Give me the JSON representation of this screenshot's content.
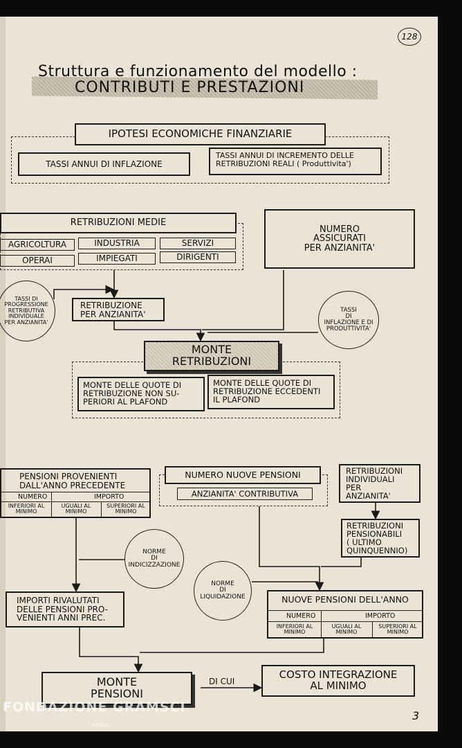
{
  "page_number": "128",
  "corner_mark": "3",
  "watermark": "FONDAZIONE GRAMSCI",
  "watermark_sub": "onlus",
  "title": {
    "line1": "Struttura e funzionamento del modello :",
    "line2": "CONTRIBUTI e PRESTAZIONI"
  },
  "ipotesi": {
    "heading": "IPOTESI ECONOMICHE FINANZIARIE",
    "left": "TASSI ANNUI DI INFLAZIONE",
    "right_l1": "TASSI ANNUI DI INCREMENTO DELLE",
    "right_l2": "RETRIBUZIONI REALI ( Produttivita')"
  },
  "retribuzioni_medie": {
    "heading": "RETRIBUZIONI MEDIE",
    "row1": [
      "AGRICOLTURA",
      "INDUSTRIA",
      "SERVIZI"
    ],
    "row2": [
      "OPERAI",
      "IMPIEGATI",
      "DIRIGENTI"
    ]
  },
  "numero_assicurati": [
    "NUMERO",
    "ASSICURATI",
    "PER ANZIANITA'"
  ],
  "tassi_progressione": [
    "TASSI DI",
    "PROGRESSIONE",
    "RETRIBUTIVA",
    "INDIVIDUALE",
    "PER ANZIANITA'"
  ],
  "retribuzione_anzianita": [
    "RETRIBUZIONE",
    "PER ANZIANITA'"
  ],
  "tassi_inflazione": [
    "TASSI",
    "DI",
    "INFLAZIONE E DI",
    "PRODUTTIVITA'"
  ],
  "monte_retribuzioni": [
    "MONTE",
    "RETRIBUZIONI"
  ],
  "quote_non_superiori": [
    "MONTE DELLE QUOTE DI",
    "RETRIBUZIONE NON SU-",
    "PERIORI AL PLAFOND"
  ],
  "quote_eccedenti": [
    "MONTE DELLE QUOTE DI",
    "RETRIBUZIONE ECCEDENTI",
    "IL PLAFOND"
  ],
  "pensioni_precedenti": {
    "heading_l1": "PENSIONI PROVENIENTI",
    "heading_l2": "DALL'ANNO PRECEDENTE",
    "col_numero": "NUMERO",
    "col_importo": "IMPORTO",
    "sub": [
      "INFERIORI AL MINIMO",
      "UGUALI AL MINIMO",
      "SUPERIORI AL MINIMO"
    ]
  },
  "numero_nuove_pensioni": "NUMERO NUOVE PENSIONI",
  "anzianita_contributiva": "ANZIANITA' CONTRIBUTIVA",
  "retribuzioni_individuali": [
    "RETRIBUZIONI",
    "INDIVIDUALI",
    "PER",
    "ANZIANITA'"
  ],
  "retribuzioni_pensionabili": [
    "RETRIBUZIONI",
    "PENSIONABILI",
    "( ULTIMO",
    "QUINQUENNIO)"
  ],
  "norme_indicizzazione": [
    "NORME",
    "DI",
    "INDICIZZAZIONE"
  ],
  "norme_liquidazione": [
    "NORME",
    "DI",
    "LIQUIDAZIONE"
  ],
  "importi_rivalutati": [
    "IMPORTI RIVALUTATI",
    "DELLE PENSIONI PRO-",
    "VENIENTI ANNI PREC."
  ],
  "nuove_pensioni": {
    "heading": "NUOVE PENSIONI DELL'ANNO",
    "col_numero": "NUMERO",
    "col_importo": "IMPORTO",
    "sub": [
      "INFERIORI AL MINIMO",
      "UGUALI AL MINIMO",
      "SUPERIORI AL MINIMO"
    ]
  },
  "monte_pensioni": [
    "MONTE",
    "PENSIONI"
  ],
  "di_cui": "DI CUI",
  "costo_integrazione": [
    "COSTO INTEGRAZIONE",
    "AL MINIMO"
  ]
}
